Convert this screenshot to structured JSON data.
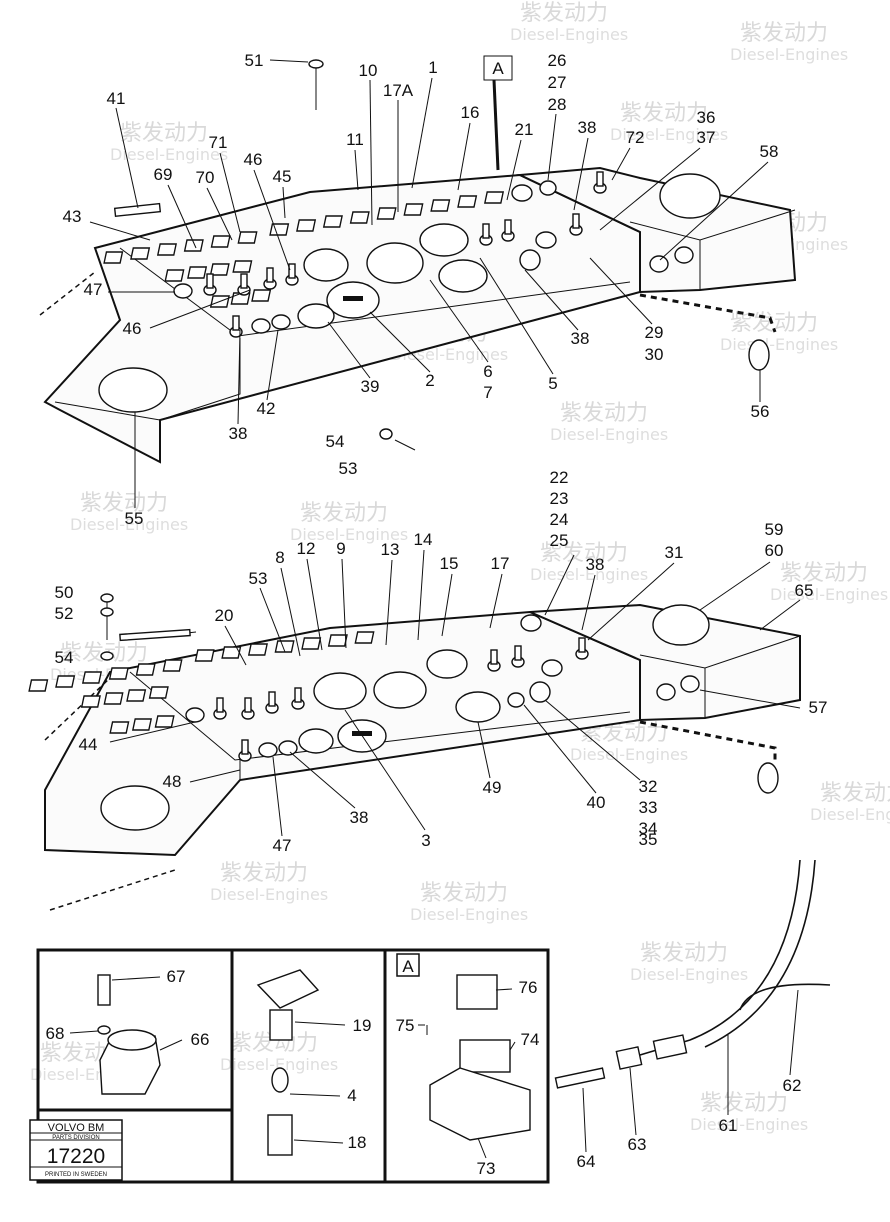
{
  "callouts_top": [
    "51",
    "41",
    "10",
    "1",
    "17A",
    "A",
    "26",
    "27",
    "28",
    "16",
    "21",
    "38",
    "72",
    "36",
    "37",
    "58",
    "11",
    "69",
    "71",
    "46",
    "45",
    "70",
    "43",
    "47",
    "46",
    "6",
    "7",
    "5",
    "38",
    "29",
    "30",
    "56",
    "38",
    "42",
    "39",
    "2",
    "54",
    "53",
    "55"
  ],
  "callouts_mid": [
    "22",
    "23",
    "24",
    "25",
    "13",
    "14",
    "15",
    "17",
    "8",
    "12",
    "9",
    "38",
    "31",
    "59",
    "60",
    "65",
    "50",
    "53",
    "20",
    "52",
    "54",
    "44",
    "48",
    "47",
    "38",
    "3",
    "49",
    "40",
    "32",
    "33",
    "34",
    "35",
    "57"
  ],
  "callouts_bottom": [
    "67",
    "68",
    "66",
    "19",
    "4",
    "18",
    "A",
    "76",
    "75",
    "74",
    "73",
    "62",
    "61",
    "63",
    "64"
  ],
  "stamp": {
    "brand": "VOLVO BM",
    "division": "PARTS DIVISION",
    "number": "17220",
    "printed": "PRINTED IN SWEDEN"
  },
  "watermark": {
    "cn": "紫发动力",
    "en": "Diesel-Engines"
  }
}
